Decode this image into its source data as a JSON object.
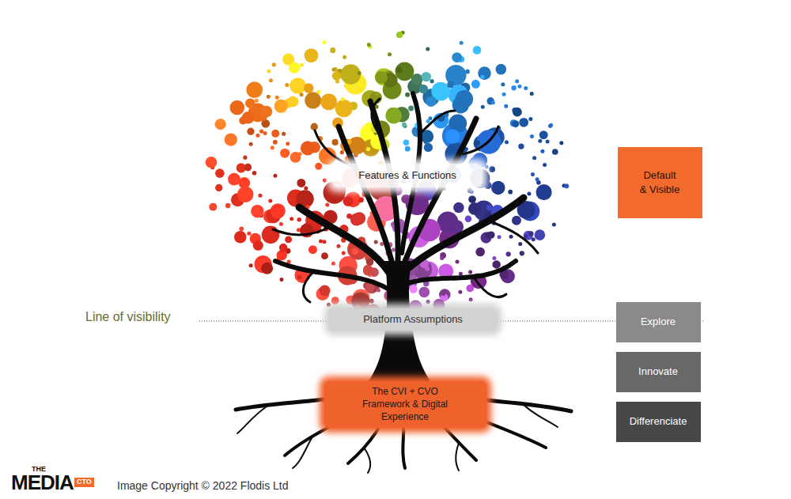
{
  "diagram": {
    "nodes": [
      {
        "text": [
          "Features & Functions"
        ]
      },
      {
        "text": [
          "Default & Visible"
        ]
      },
      {
        "text": [
          "Platform Assumptions"
        ]
      },
      {
        "text": [
          "Explore"
        ]
      },
      {
        "text": [
          "Innovate"
        ]
      },
      {
        "text": [
          "The CVI + CVO Framework & Digital Experience"
        ]
      },
      {
        "text": [
          "Differenciate"
        ]
      }
    ],
    "labels": [
      "Line of visibility",
      "THE",
      "MEDIA",
      "CTO",
      "Image Copyright © 2022 Flodis Ltd"
    ]
  }
}
